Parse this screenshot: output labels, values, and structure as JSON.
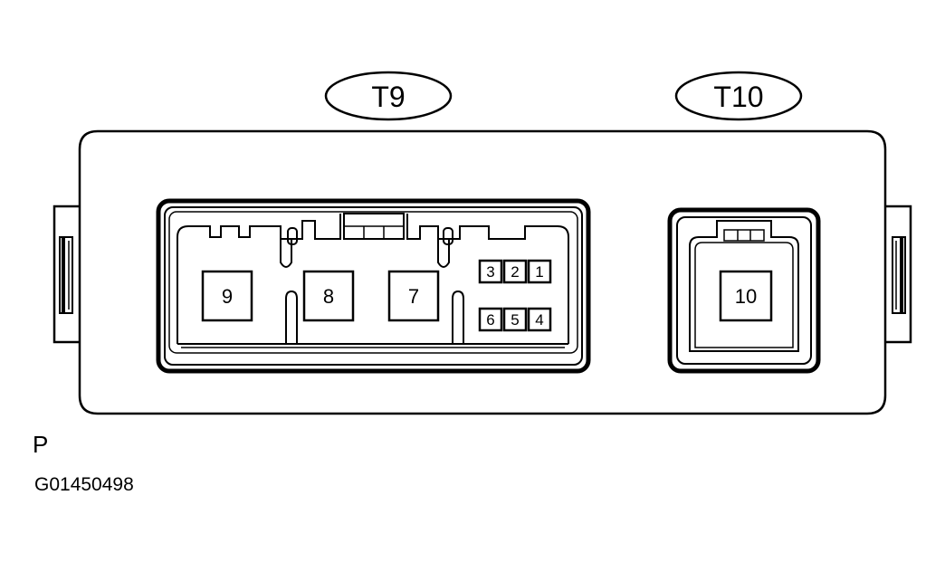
{
  "connectors": [
    {
      "name": "T9",
      "pins": [
        "1",
        "2",
        "3",
        "4",
        "5",
        "6",
        "7",
        "8",
        "9"
      ]
    },
    {
      "name": "T10",
      "pins": [
        "10"
      ]
    }
  ],
  "view_label": "P",
  "figure_id": "G01450498"
}
